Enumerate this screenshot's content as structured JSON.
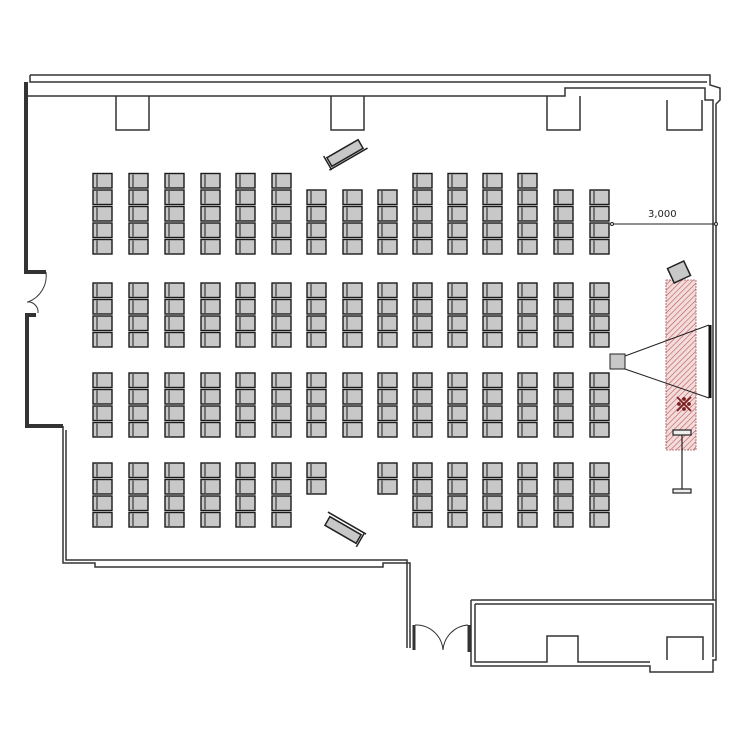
{
  "plan": {
    "dimension_label": "3,000",
    "colors": {
      "wall": "#333333",
      "chair_fill": "#c8c8c8",
      "chair_stroke": "#1a1a1a",
      "stage_fill": "#f2d6d6",
      "stage_hatch": "#b04040",
      "screen": "#111111"
    },
    "seating": {
      "columns": 15,
      "blocks": [
        {
          "name": "front",
          "rows_per_column": [
            5,
            5,
            5,
            5,
            5,
            5,
            4,
            4,
            4,
            5,
            5,
            5,
            5,
            4,
            4
          ]
        },
        {
          "name": "middle-front",
          "rows_per_column": [
            4,
            4,
            4,
            4,
            4,
            4,
            4,
            4,
            4,
            4,
            4,
            4,
            4,
            4,
            4
          ]
        },
        {
          "name": "middle-back",
          "rows_per_column": [
            4,
            4,
            4,
            4,
            4,
            4,
            4,
            4,
            4,
            4,
            4,
            4,
            4,
            4,
            4
          ]
        },
        {
          "name": "back",
          "rows_per_column": [
            4,
            4,
            4,
            4,
            4,
            4,
            2,
            0,
            2,
            4,
            4,
            4,
            4,
            4,
            4
          ]
        }
      ]
    }
  }
}
